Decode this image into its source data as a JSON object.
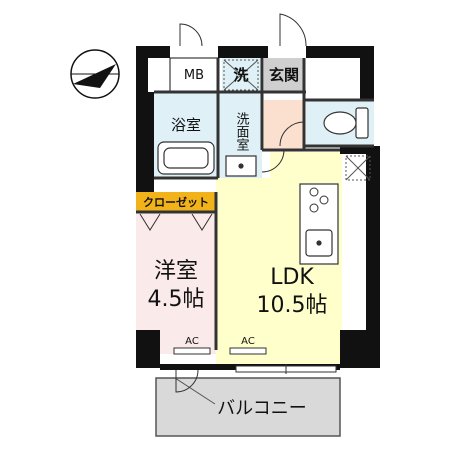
{
  "rooms": {
    "mb": "MB",
    "washer": "洗",
    "entrance": "玄関",
    "bath": "浴室",
    "washroom": "洗面室",
    "closet": "クローゼット",
    "western_name": "洋室",
    "western_size": "4.5帖",
    "ldk_name": "LDK",
    "ldk_size": "10.5帖",
    "balcony": "バルコニー"
  },
  "ac_labels": [
    "AC",
    "AC"
  ],
  "colors": {
    "wall": "#111111",
    "ldk_fill": "#ffffcc",
    "western_fill": "#fbeaea",
    "wet_fill": "#dff1f7",
    "entrance_fill": "#cfcfcf",
    "hall_fill": "#fbe0cf",
    "closet_fill": "#f2b21a",
    "balcony_fill": "#d9d9d9"
  },
  "icons": [
    "compass-north-arrow-icon",
    "toilet-icon",
    "bathtub-icon",
    "sink-icon",
    "stove-icon",
    "kitchen-sink-icon"
  ]
}
